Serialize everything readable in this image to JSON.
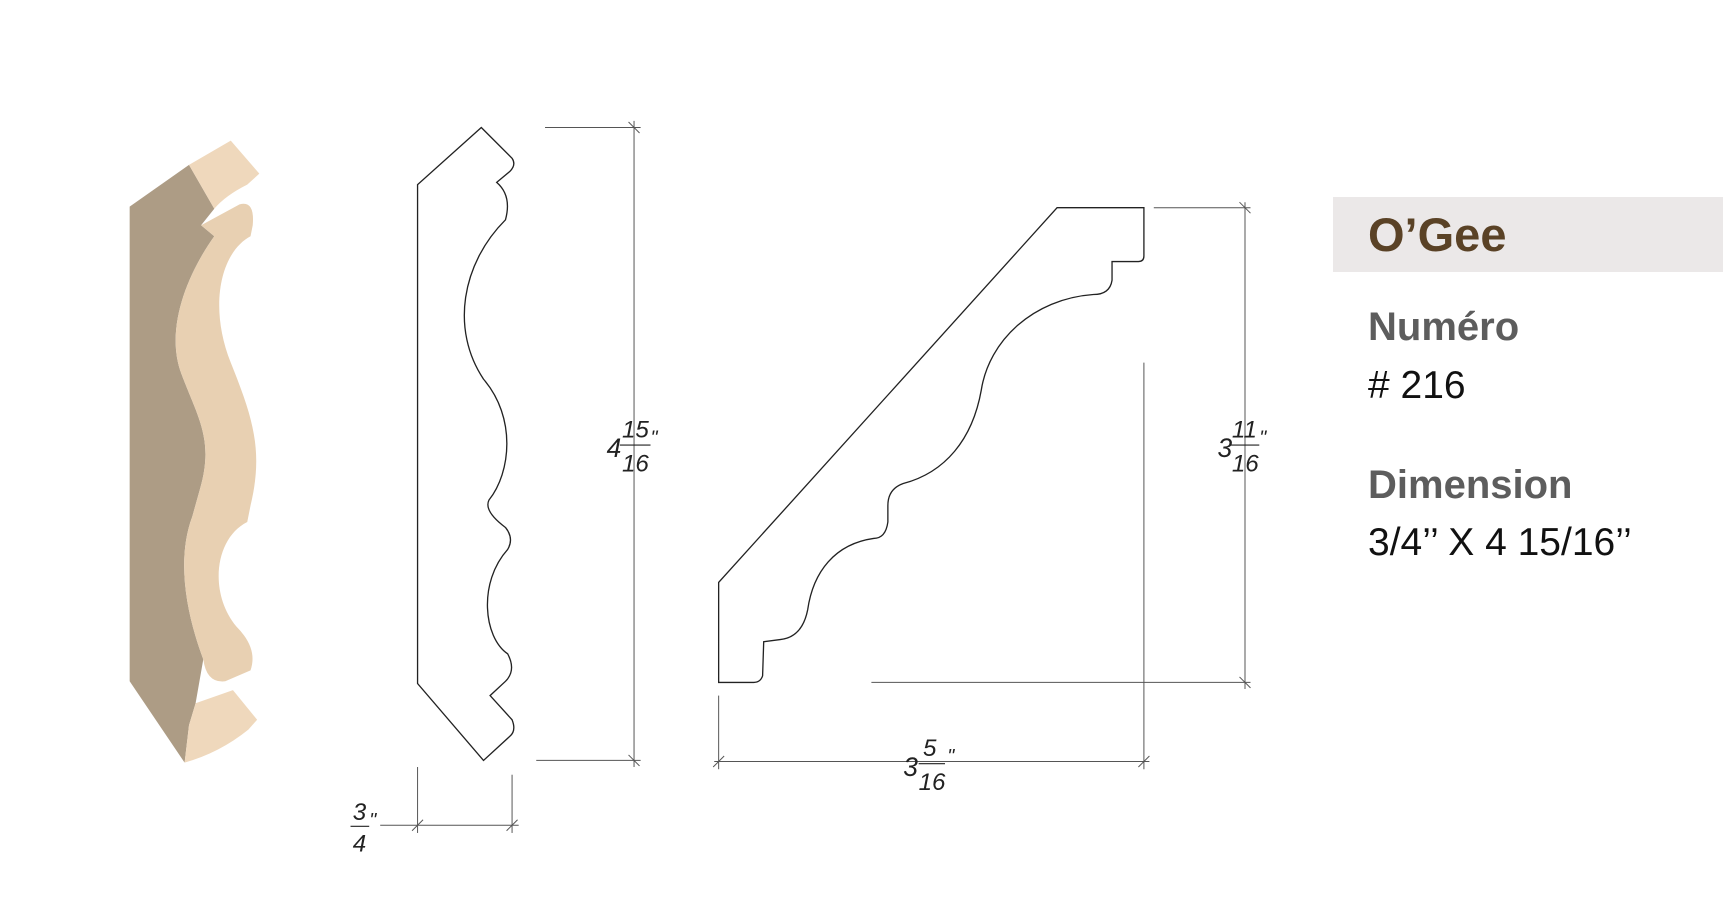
{
  "product": {
    "name": "O’Gee",
    "number_label": "Numéro",
    "number_value": "# 216",
    "dimension_label": "Dimension",
    "dimension_value": "3/4’’ X 4 15/16’’"
  },
  "drawing": {
    "height_dim": {
      "whole": "4",
      "num": "15",
      "den": "16",
      "unit": "\""
    },
    "thickness_dim": {
      "num": "3",
      "den": "4",
      "unit": "\""
    },
    "crown_height_dim": {
      "whole": "3",
      "num": "11",
      "den": "16",
      "unit": "\""
    },
    "crown_width_dim": {
      "whole": "3",
      "num": "5",
      "den": "16",
      "unit": "\""
    }
  },
  "colors": {
    "title": "#5a4226",
    "band": "#ebe8e8",
    "wood_light": "#efd8bc",
    "wood_dark": "#ad9c85"
  }
}
